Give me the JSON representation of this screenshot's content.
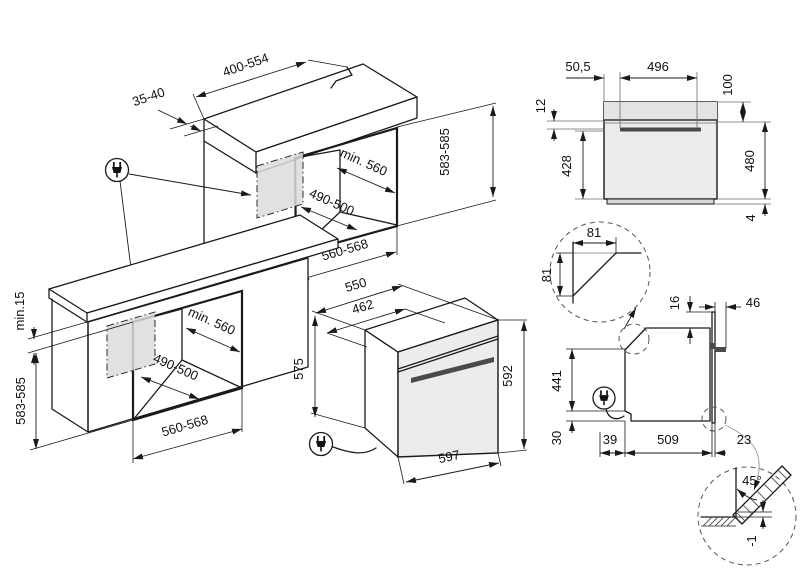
{
  "meta": {
    "document_type": "built-in oven installation dimensions diagram"
  },
  "colors": {
    "line": "#1a1a1a",
    "oven": "#ececec",
    "outlet": "#dcdcdc",
    "handle": "#4a4a4a"
  },
  "icons": {
    "power_plug": "two-prong-plug-in-circle",
    "detail_marker": "dashed-circle"
  },
  "labels": {
    "col": {
      "top_width": "400-554",
      "wall_gap": "35-40",
      "depth": "min. 560",
      "inner_width": "490-500",
      "niche_width": "560-568",
      "niche_height": "583-585"
    },
    "base": {
      "top_gap": "min.15",
      "niche_height": "583-585",
      "depth": "min. 560",
      "inner_width": "490-500",
      "niche_width": "560-568"
    },
    "oven": {
      "depth_total": "550",
      "depth_body": "462",
      "body_height": "575",
      "front_height": "592",
      "front_width": "597"
    },
    "front": {
      "side_offset": "50,5",
      "handle_width": "496",
      "panel_height": "100",
      "handle_gap": "12",
      "lower_height": "428",
      "door_height": "480",
      "plinth": "4"
    },
    "chamfer": {
      "width": "81",
      "height": "81"
    },
    "side": {
      "top_gap": "16",
      "handle_depth": "46",
      "body_height": "441",
      "bottom_gap": "30",
      "rear_gap": "39",
      "body_depth": "509",
      "door_thickness": "23"
    },
    "door": {
      "angle": "45°",
      "clearance": "-1"
    }
  }
}
